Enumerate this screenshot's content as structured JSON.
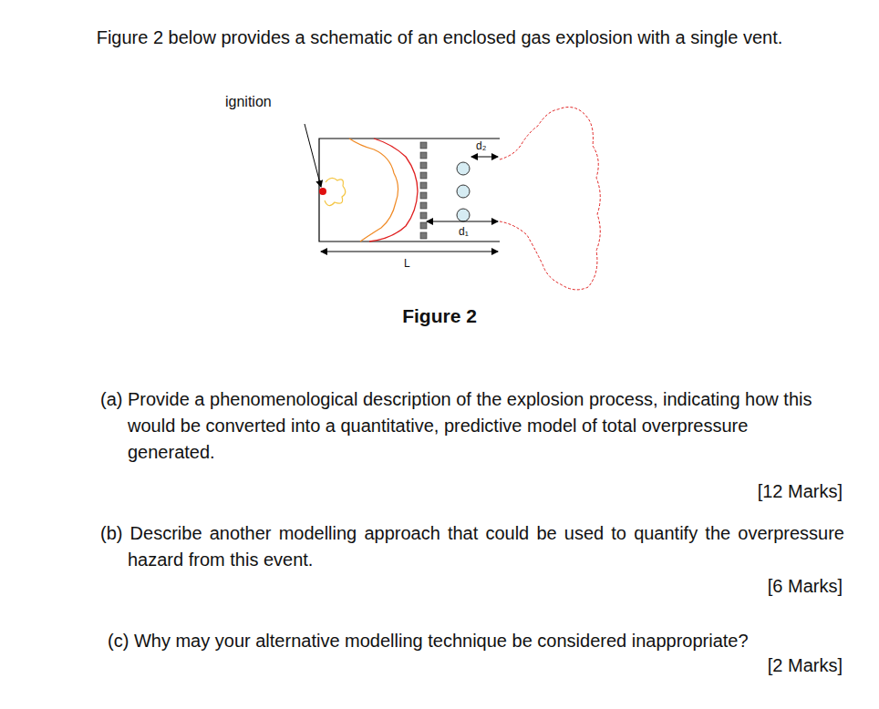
{
  "diagram": {
    "title": "Figure 2 below provides a schematic of an enclosed gas explosion with a single vent.",
    "caption": "Figure 2",
    "labels": [
      "ignition",
      "d₂",
      "d₁",
      "L",
      "(a) Provide a phenomenological description of the explosion process, indicating how this would be converted into a quantitative, predictive model of total overpressure generated.",
      "[12 Marks]",
      "(b) Describe another modelling approach that could be used to quantify the overpressure hazard from this event.",
      "[6 Marks]",
      "(c) Why may your alternative modelling technique be considered inappropriate?",
      "[2 Marks]"
    ]
  }
}
